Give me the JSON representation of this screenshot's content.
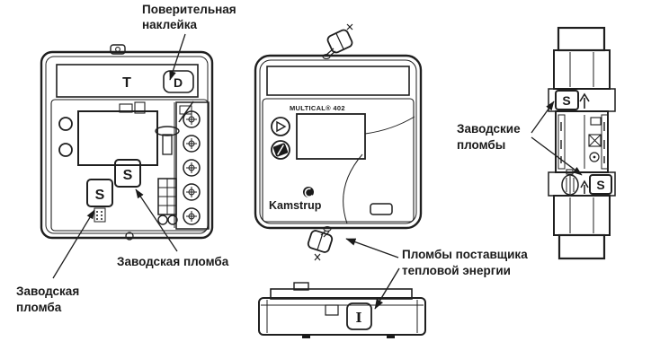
{
  "colors": {
    "ink": "#1a1a1a",
    "background": "#ffffff"
  },
  "annotations": {
    "verification_sticker_line1": "Поверительная",
    "verification_sticker_line2": "наклейка",
    "factory_seal_right": "Заводская пломба",
    "factory_seal_left_line1": "Заводская",
    "factory_seal_left_line2": "пломба",
    "supplier_seals_line1": "Пломбы поставщика",
    "supplier_seals_line2": "тепловой энергии",
    "factory_seals_line1": "Заводские",
    "factory_seals_line2": "пломбы"
  },
  "open_calculator": {
    "top_marking": "T",
    "verification_badge": "D",
    "seal_badge_inner": "S",
    "seal_badge_outer": "S"
  },
  "front_calculator": {
    "model": "MULTICAL® 402",
    "brand": "Kamstrup"
  },
  "bottom_view": {
    "seal_badge": "I"
  },
  "flow_sensor": {
    "seal_badge_top": "S",
    "seal_badge_bottom": "S"
  }
}
